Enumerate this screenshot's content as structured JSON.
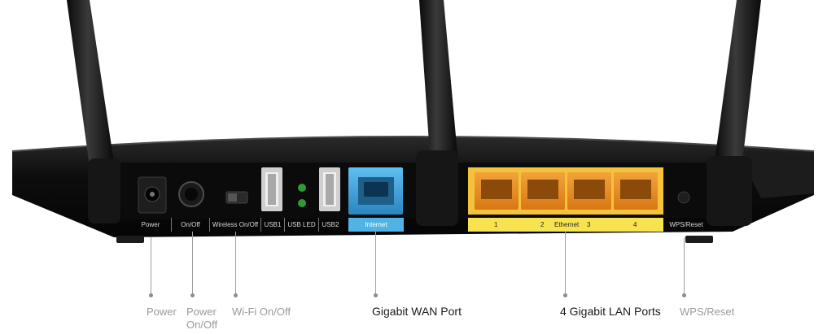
{
  "strip_labels": {
    "power": "Power",
    "on_off": "On/Off",
    "wireless": "Wireless On/Off",
    "usb1": "USB1",
    "usb_led": "USB LED",
    "usb2": "USB2",
    "internet": "Internet",
    "lan_1": "1",
    "lan_2": "2",
    "ethernet": "Ethernet",
    "lan_3": "3",
    "lan_4": "4",
    "wps_reset": "WPS/Reset"
  },
  "callouts": {
    "power": "Power",
    "power_on_off_line1": "Power",
    "power_on_off_line2": "On/Off",
    "wifi_on_off": "Wi-Fi On/Off",
    "wan_port": "Gigabit WAN Port",
    "lan_ports": "4 Gigabit LAN Ports",
    "wps_reset": "WPS/Reset"
  },
  "colors": {
    "router_body": "#121212",
    "wan_port": "#3aa0d8",
    "lan_port": "#e88a1e",
    "lan_strip": "#f7e34f",
    "wan_strip": "#4fb3e3",
    "usb_led": "#2e9a3a"
  }
}
